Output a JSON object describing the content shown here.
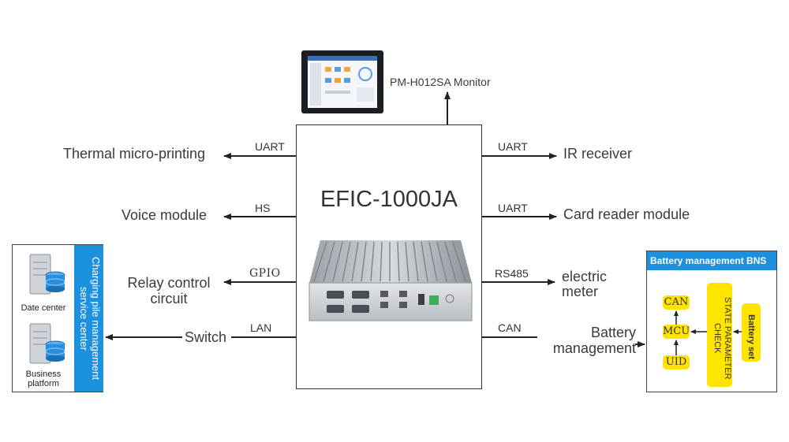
{
  "central": {
    "title": "EFIC-1000JA"
  },
  "monitor": {
    "label": "PM-H012SA Monitor"
  },
  "left": [
    {
      "protocol": "UART",
      "label": "Thermal micro-printing"
    },
    {
      "protocol": "HS",
      "label": "Voice module"
    },
    {
      "protocol": "GPIO",
      "label": "Relay control circuit"
    },
    {
      "protocol": "LAN",
      "label": "Switch"
    }
  ],
  "right": [
    {
      "protocol": "UART",
      "label": "IR receiver"
    },
    {
      "protocol": "UART",
      "label": "Card reader module"
    },
    {
      "protocol": "RS485",
      "label": "electric meter"
    },
    {
      "protocol": "CAN",
      "label": "Battery management"
    }
  ],
  "service_center": {
    "title": "Charging pile management service center",
    "items": [
      "Date center",
      "Business platform"
    ]
  },
  "battery_panel": {
    "title": "Battery management BNS",
    "chain": [
      "CAN",
      "MCU",
      "UID"
    ],
    "state_check": "STATE PARAMETER CHECK",
    "battery_set": "Battery set"
  },
  "colors": {
    "accent_blue": "#1e90e0",
    "highlight_yellow": "#ffe400",
    "line": "#222222"
  }
}
